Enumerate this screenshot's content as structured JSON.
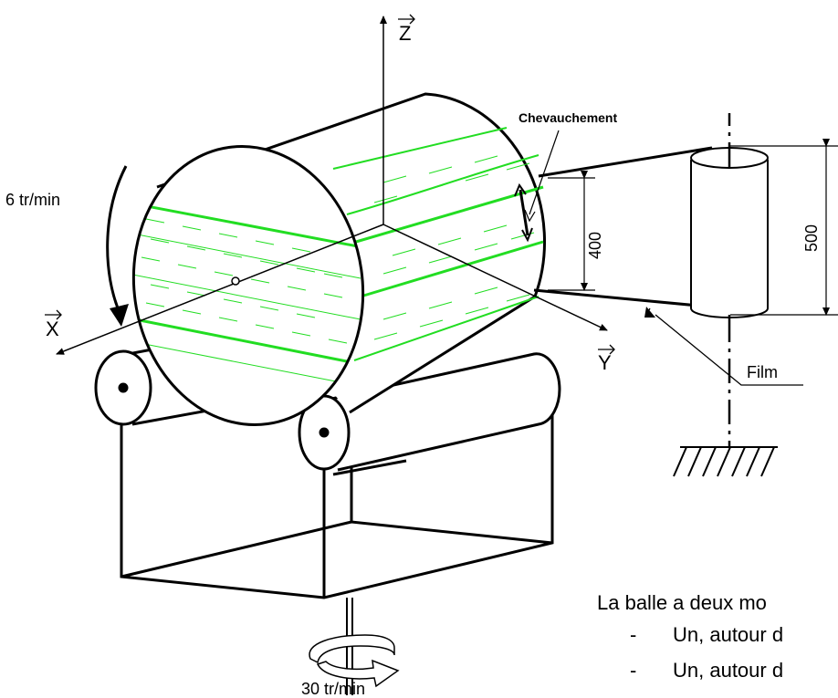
{
  "labels": {
    "z_axis": "Z",
    "x_axis": "X",
    "y_axis": "Y",
    "origin": "o",
    "overlap": "Chevauchement",
    "speed_bale": "6 tr/min",
    "speed_base": "30 tr/min",
    "film": "Film",
    "dim_400": "400",
    "dim_500": "500"
  },
  "description": {
    "intro": "La balle a deux mo",
    "item1": "Un, autour d",
    "item2": "Un, autour d"
  },
  "colors": {
    "film_band": "#22dd22",
    "lines": "#000000",
    "background": "#ffffff"
  }
}
